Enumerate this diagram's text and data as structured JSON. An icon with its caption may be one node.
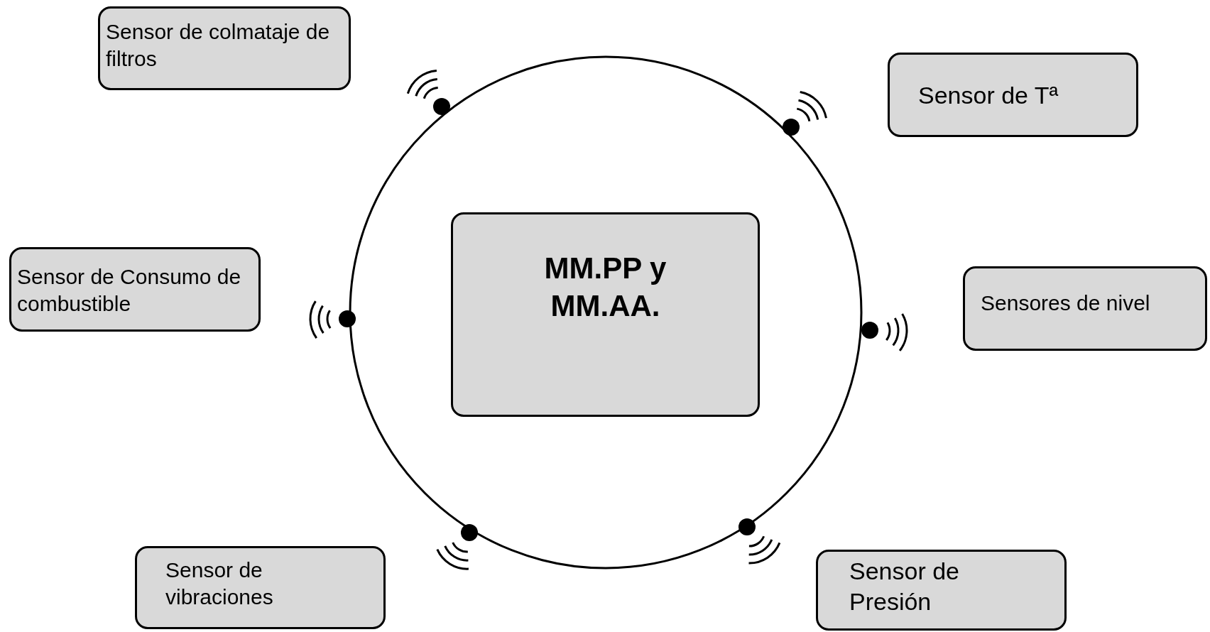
{
  "diagram": {
    "nodes": [
      {
        "text": [
          "MM.PP y MM.AA."
        ]
      },
      {
        "text": [
          "Sensor de colmataje de filtros"
        ]
      },
      {
        "text": [
          "Sensor de Tª"
        ]
      },
      {
        "text": [
          "Sensor de Consumo de combustible"
        ]
      },
      {
        "text": [
          "Sensores de nivel"
        ]
      },
      {
        "text": [
          "Sensor de vibraciones"
        ]
      },
      {
        "text": [
          "Sensor de Presión"
        ]
      }
    ]
  }
}
